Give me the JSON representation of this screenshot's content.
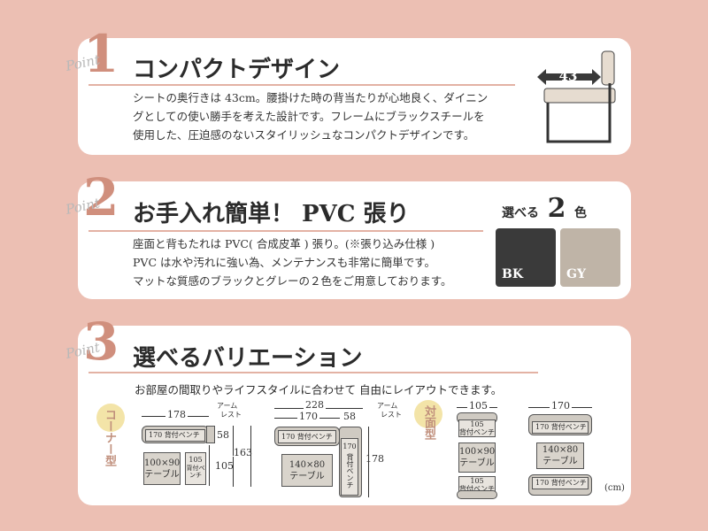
{
  "point_word": "Point",
  "section1": {
    "number": "1",
    "title": "コンパクトデザイン",
    "lines": [
      "シートの奥行きは 43cm。腰掛けた時の背当たりが心地良く、ダイニン",
      "グとしての使い勝手を考えた設計です。フレームにブラックスチールを",
      "使用した、圧迫感のないスタイリッシュなコンパクトデザインです。"
    ],
    "depth": "43"
  },
  "section2": {
    "number": "2",
    "title": "お手入れ簡単！ PVC 張り",
    "lines": [
      "座面と背もたれは PVC( 合成皮革 ) 張り。(※張り込み仕様 )",
      "PVC は水や汚れに強い為、メンテナンスも非常に簡単です。",
      "マットな質感のブラックとグレーの２色をご用意しております。"
    ],
    "choose_pre": "選べる",
    "choose_num": "2",
    "choose_post": "色",
    "colors": [
      {
        "code": "BK",
        "hex": "#3a3a3a"
      },
      {
        "code": "GY",
        "hex": "#bfb4a7"
      }
    ]
  },
  "section3": {
    "number": "3",
    "title": "選べるバリエーション",
    "subtitle": "お部屋の間取りやライフスタイルに合わせて 自由にレイアウトできます。",
    "corner_label": "コーナー型",
    "facing_label": "対面型",
    "unit": "(cm)",
    "arm_label": "アーム",
    "rest_label": "レスト",
    "corner1": {
      "width": "178",
      "d58": "58",
      "d105": "105",
      "d163": "163",
      "bench": "170 背付ベンチ",
      "side_bench_num": "105",
      "side_bench_text": "背付ベンチ",
      "table_size": "100×90",
      "table_text": "テーブル"
    },
    "corner2": {
      "total": "228",
      "w170": "170",
      "w58": "58",
      "h178": "178",
      "bench": "170 背付ベンチ",
      "side_bench_num": "170",
      "side_bench_text": "背付ベンチ",
      "table_size": "140×80",
      "table_text": "テーブル"
    },
    "facing1": {
      "width": "105",
      "bench_num": "105",
      "bench_text": "背付ベンチ",
      "table_size": "100×90",
      "table_text": "テーブル"
    },
    "facing2": {
      "width": "170",
      "bench": "170 背付ベンチ",
      "table_size": "140×80",
      "table_text": "テーブル"
    }
  }
}
